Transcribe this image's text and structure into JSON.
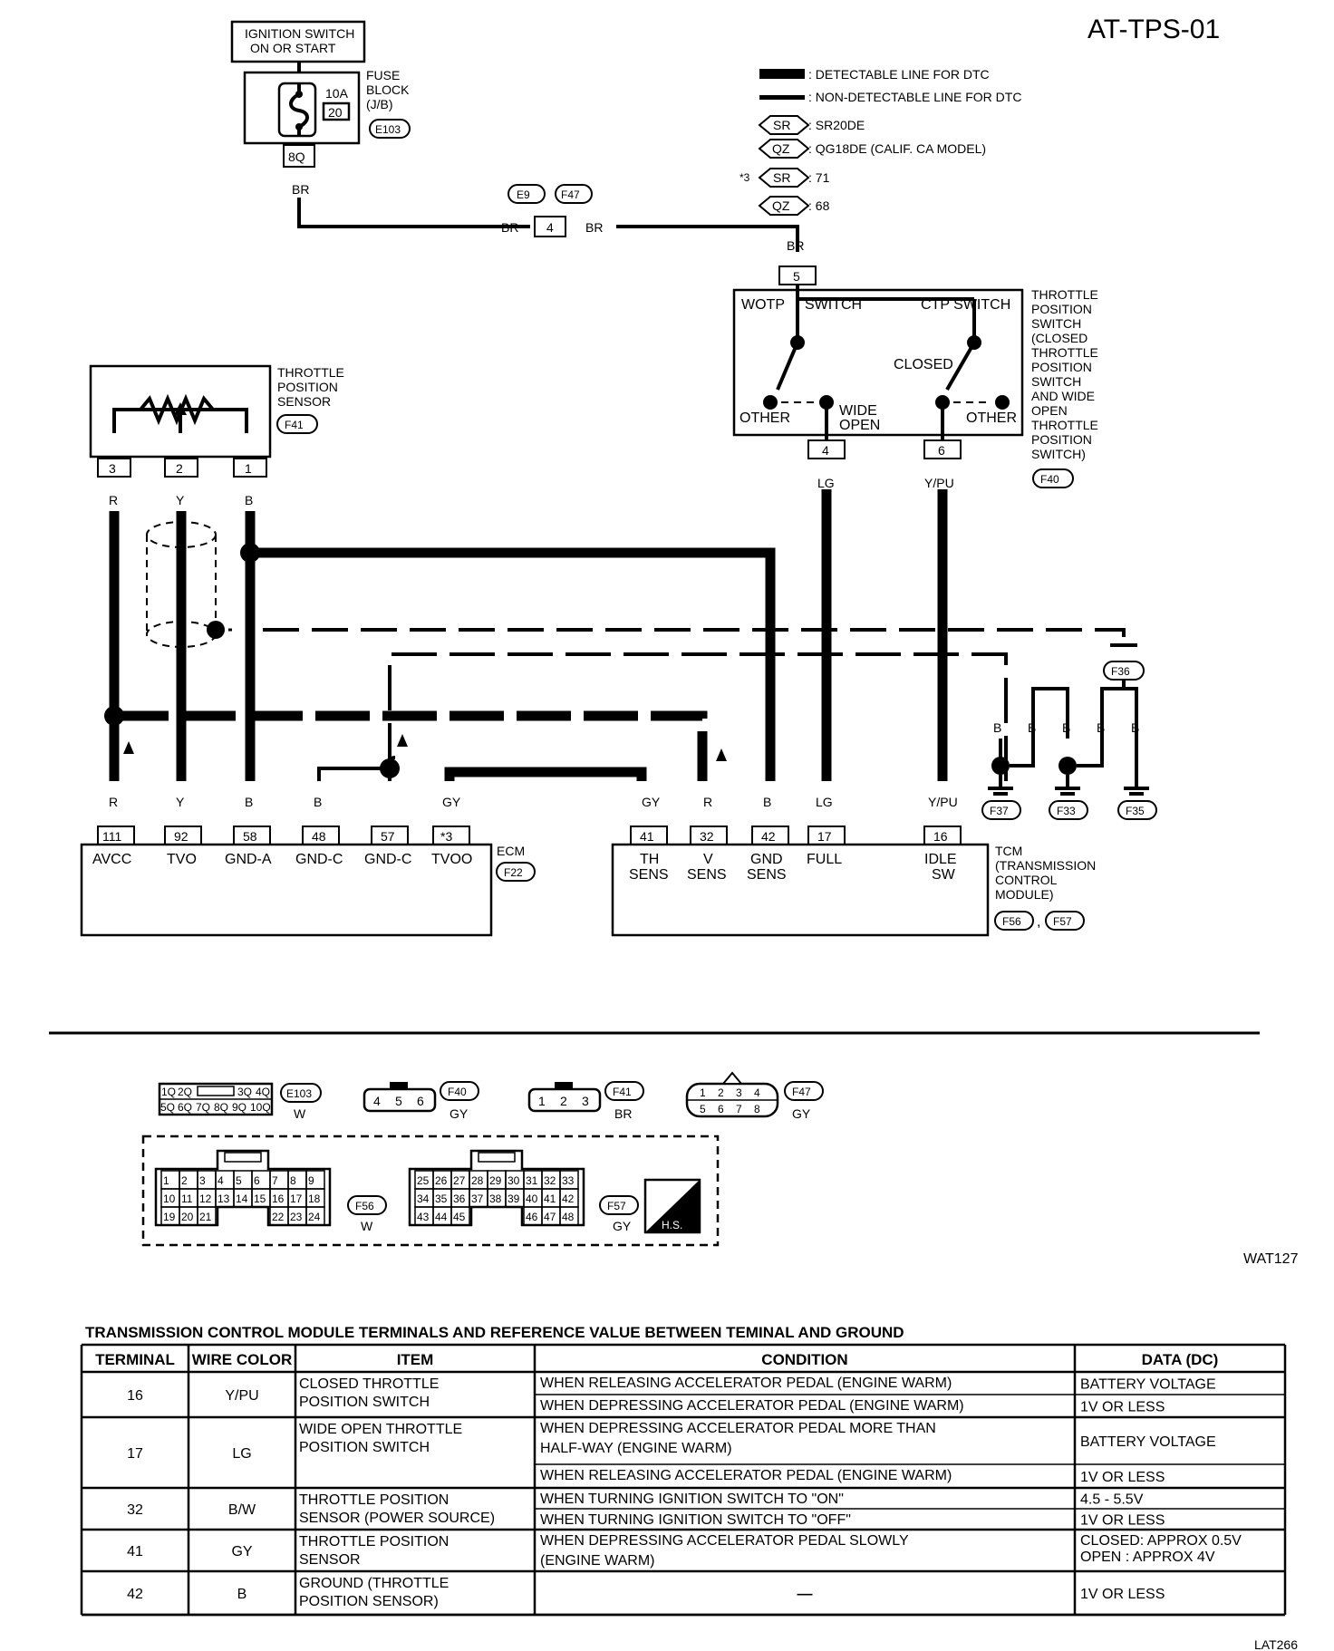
{
  "header": {
    "title": "AT-TPS-01"
  },
  "legend": {
    "detectable": ": DETECTABLE LINE FOR DTC",
    "non_detectable": ": NON-DETECTABLE LINE FOR DTC",
    "sr_label": "SR",
    "sr_text": ": SR20DE",
    "qz_label": "QZ",
    "qz_text": ": QG18DE (CALIF. CA MODEL)",
    "note_mark": "*3",
    "sr3_text": ": 71",
    "qz3_text": ": 68"
  },
  "ignition": {
    "line1": "IGNITION SWITCH",
    "line2": "ON OR START"
  },
  "fuse": {
    "amp": "10A",
    "num": "20",
    "label1": "FUSE",
    "label2": "BLOCK",
    "label3": "(J/B)",
    "conn": "E103",
    "pin": "8Q"
  },
  "connectors": {
    "e9": "E9",
    "f47": "F47",
    "inline_pin": "4",
    "f36": "F36",
    "f37": "F37",
    "f33": "F33",
    "f35": "F35"
  },
  "wires": {
    "br": "BR",
    "r": "R",
    "y": "Y",
    "b": "B",
    "lg": "LG",
    "ypu": "Y/PU",
    "gy": "GY"
  },
  "tps": {
    "name1": "THROTTLE",
    "name2": "POSITION",
    "name3": "SENSOR",
    "conn": "F41",
    "pin3": "3",
    "pin2": "2",
    "pin1": "1"
  },
  "tpswitch": {
    "pin_top": "5",
    "wotp": "WOTP",
    "switch": "SWITCH",
    "ctp": "CTP SWITCH",
    "closed": "CLOSED",
    "other_left": "OTHER",
    "wide1": "WIDE",
    "wide2": "OPEN",
    "other_right": "OTHER",
    "pin4": "4",
    "pin6": "6",
    "name": [
      "THROTTLE",
      "POSITION",
      "SWITCH",
      "(CLOSED",
      "THROTTLE",
      "POSITION",
      "SWITCH",
      "AND WIDE",
      "OPEN",
      "THROTTLE",
      "POSITION",
      "SWITCH)"
    ],
    "conn": "F40"
  },
  "ecm": {
    "label": "ECM",
    "conn": "F22",
    "pins": [
      {
        "num": "111",
        "name": "AVCC"
      },
      {
        "num": "92",
        "name": "TVO"
      },
      {
        "num": "58",
        "name": "GND-A"
      },
      {
        "num": "48",
        "name": "GND-C"
      },
      {
        "num": "57",
        "name": "GND-C"
      },
      {
        "num": "*3",
        "name": "TVOO"
      }
    ]
  },
  "tcm": {
    "label": [
      "TCM",
      "(TRANSMISSION",
      "CONTROL",
      "MODULE)"
    ],
    "conn1": "F56",
    "conn2": "F57",
    "comma": ",",
    "pins": [
      {
        "num": "41",
        "name1": "TH",
        "name2": "SENS"
      },
      {
        "num": "32",
        "name1": "V",
        "name2": "SENS"
      },
      {
        "num": "42",
        "name1": "GND",
        "name2": "SENS"
      },
      {
        "num": "17",
        "name1": "FULL",
        "name2": ""
      },
      {
        "num": "16",
        "name1": "IDLE",
        "name2": "SW"
      }
    ]
  },
  "connector_views": {
    "e103": {
      "cells_top": [
        "1Q",
        "2Q",
        "",
        "3Q",
        "4Q"
      ],
      "cells_bottom": [
        "5Q",
        "6Q",
        "7Q",
        "8Q",
        "9Q",
        "10Q"
      ],
      "conn": "E103",
      "color": "W"
    },
    "f40": {
      "cells": [
        "4",
        "5",
        "6"
      ],
      "conn": "F40",
      "color": "GY"
    },
    "f41": {
      "cells": [
        "1",
        "2",
        "3"
      ],
      "conn": "F41",
      "color": "BR"
    },
    "f47": {
      "cells_top": [
        "1",
        "2",
        "3",
        "4"
      ],
      "cells_bottom": [
        "5",
        "6",
        "7",
        "8"
      ],
      "conn": "F47",
      "color": "GY"
    },
    "f56": {
      "row1": [
        "1",
        "2",
        "3",
        "4",
        "5",
        "6",
        "7",
        "8",
        "9"
      ],
      "row2": [
        "10",
        "11",
        "12",
        "13",
        "14",
        "15",
        "16",
        "17",
        "18"
      ],
      "row3_left": [
        "19",
        "20",
        "21"
      ],
      "row3_right": [
        "22",
        "23",
        "24"
      ],
      "conn": "F56",
      "color": "W"
    },
    "f57": {
      "row1": [
        "25",
        "26",
        "27",
        "28",
        "29",
        "30",
        "31",
        "32",
        "33"
      ],
      "row2": [
        "34",
        "35",
        "36",
        "37",
        "38",
        "39",
        "40",
        "41",
        "42"
      ],
      "row3_left": [
        "43",
        "44",
        "45"
      ],
      "row3_right": [
        "46",
        "47",
        "48"
      ],
      "conn": "F57",
      "color": "GY"
    },
    "hs": "H.S."
  },
  "fig_code": "WAT127",
  "table": {
    "title": "TRANSMISSION CONTROL MODULE TERMINALS AND REFERENCE VALUE BETWEEN TEMINAL AND GROUND",
    "headers": [
      "TERMINAL",
      "WIRE COLOR",
      "ITEM",
      "CONDITION",
      "DATA (DC)"
    ],
    "rows": [
      {
        "terminal": "16",
        "wire": "Y/PU",
        "item": [
          "CLOSED THROTTLE",
          "POSITION SWITCH"
        ],
        "conditions": [
          [
            "WHEN RELEASING ACCELERATOR PEDAL (ENGINE WARM)"
          ],
          [
            "WHEN DEPRESSING ACCELERATOR PEDAL (ENGINE WARM)"
          ]
        ],
        "data": [
          [
            "BATTERY VOLTAGE"
          ],
          [
            "1V OR LESS"
          ]
        ]
      },
      {
        "terminal": "17",
        "wire": "LG",
        "item": [
          "WIDE OPEN THROTTLE",
          "POSITION SWITCH"
        ],
        "conditions": [
          [
            "WHEN DEPRESSING ACCELERATOR PEDAL MORE THAN",
            "HALF-WAY (ENGINE WARM)"
          ],
          [
            "WHEN RELEASING ACCELERATOR PEDAL (ENGINE WARM)"
          ]
        ],
        "data": [
          [
            "BATTERY VOLTAGE"
          ],
          [
            "1V OR LESS"
          ]
        ]
      },
      {
        "terminal": "32",
        "wire": "B/W",
        "item": [
          "THROTTLE POSITION",
          "SENSOR (POWER SOURCE)"
        ],
        "conditions": [
          [
            "WHEN TURNING IGNITION SWITCH TO \"ON\""
          ],
          [
            "WHEN TURNING IGNITION SWITCH TO \"OFF\""
          ]
        ],
        "data": [
          [
            "4.5 - 5.5V"
          ],
          [
            "1V OR LESS"
          ]
        ]
      },
      {
        "terminal": "41",
        "wire": "GY",
        "item": [
          "THROTTLE POSITION",
          "SENSOR"
        ],
        "conditions": [
          [
            "WHEN DEPRESSING ACCELERATOR PEDAL SLOWLY",
            "(ENGINE WARM)"
          ]
        ],
        "data": [
          [
            "CLOSED: APPROX 0.5V",
            "OPEN : APPROX 4V"
          ]
        ]
      },
      {
        "terminal": "42",
        "wire": "B",
        "item": [
          "GROUND (THROTTLE",
          "POSITION SENSOR)"
        ],
        "conditions": [
          [
            "—"
          ]
        ],
        "data": [
          [
            "1V OR LESS"
          ]
        ]
      }
    ]
  },
  "page_code": "LAT266"
}
